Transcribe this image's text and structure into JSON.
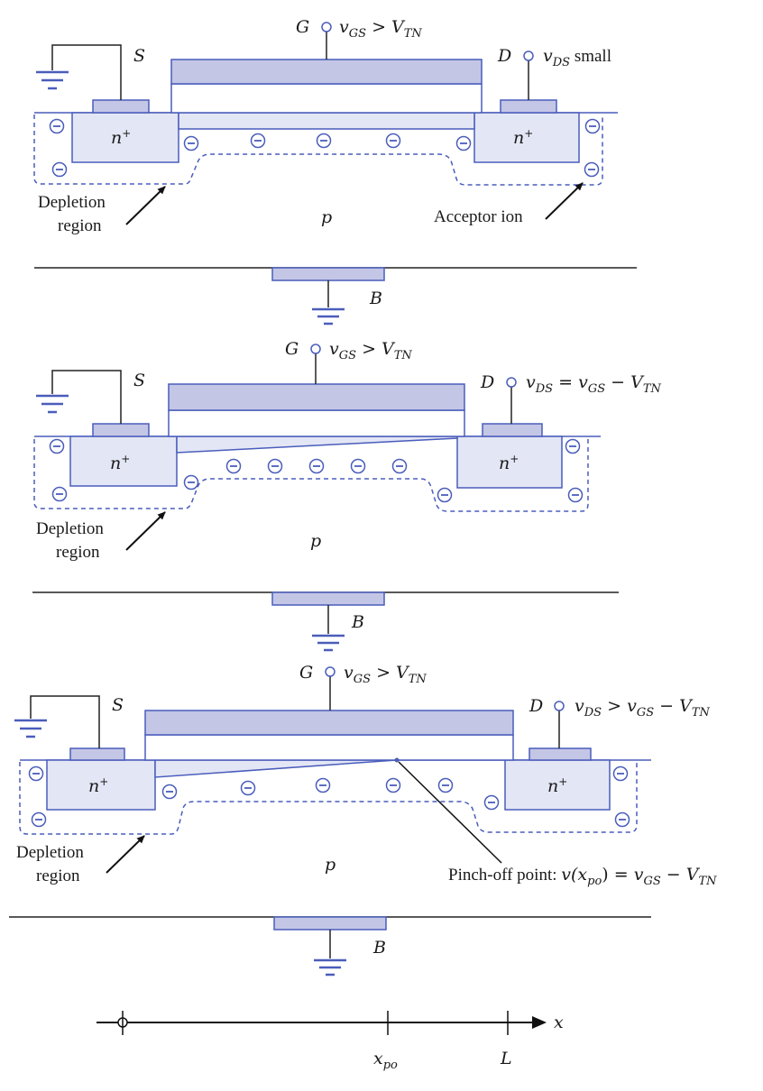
{
  "colors": {
    "line": "#4a5dbb",
    "fill_dark": "#c4c6e6",
    "fill_light": "#e3e6f5",
    "wire": "#222222"
  },
  "panels": [
    {
      "gate_label": "G",
      "gate_voltage": {
        "v": "v",
        "sub1": "GS",
        "op": " > ",
        "V": "V",
        "sub2": "TN"
      },
      "source_label": "S",
      "drain_label": "D",
      "drain_voltage": {
        "v": "v",
        "sub1": "DS",
        "suffix": " small"
      },
      "n_left": "n+",
      "n_right": "n+",
      "substrate": "p",
      "body_label": "B",
      "depletion_label_1": "Depletion",
      "depletion_label_2": "region",
      "acceptor_label": "Acceptor ion"
    },
    {
      "gate_label": "G",
      "gate_voltage": {
        "v": "v",
        "sub1": "GS",
        "op": " > ",
        "V": "V",
        "sub2": "TN"
      },
      "source_label": "S",
      "drain_label": "D",
      "drain_voltage": {
        "v": "v",
        "sub1": "DS",
        "mid": " = ",
        "v2": "v",
        "sub2": "GS",
        "op": " − ",
        "V": "V",
        "sub3": "TN"
      },
      "n_left": "n+",
      "n_right": "n+",
      "substrate": "p",
      "body_label": "B",
      "depletion_label_1": "Depletion",
      "depletion_label_2": "region"
    },
    {
      "gate_label": "G",
      "gate_voltage": {
        "v": "v",
        "sub1": "GS",
        "op": " > ",
        "V": "V",
        "sub2": "TN"
      },
      "source_label": "S",
      "drain_label": "D",
      "drain_voltage": {
        "v": "v",
        "sub1": "DS",
        "mid": " > ",
        "v2": "v",
        "sub2": "GS",
        "op": " − ",
        "V": "V",
        "sub3": "TN"
      },
      "n_left": "n+",
      "n_right": "n+",
      "substrate": "p",
      "body_label": "B",
      "depletion_label_1": "Depletion",
      "depletion_label_2": "region",
      "pinch_off": {
        "prefix": "Pinch-off point: ",
        "v": "v",
        "open": "(x",
        "sub": "po",
        "close": ") = ",
        "v2": "v",
        "sub2": "GS",
        "op": " − ",
        "V": "V",
        "sub3": "TN"
      }
    }
  ],
  "axis": {
    "x_label": "x",
    "tick_xpo": {
      "x": "x",
      "sub": "po"
    },
    "tick_L": "L"
  }
}
